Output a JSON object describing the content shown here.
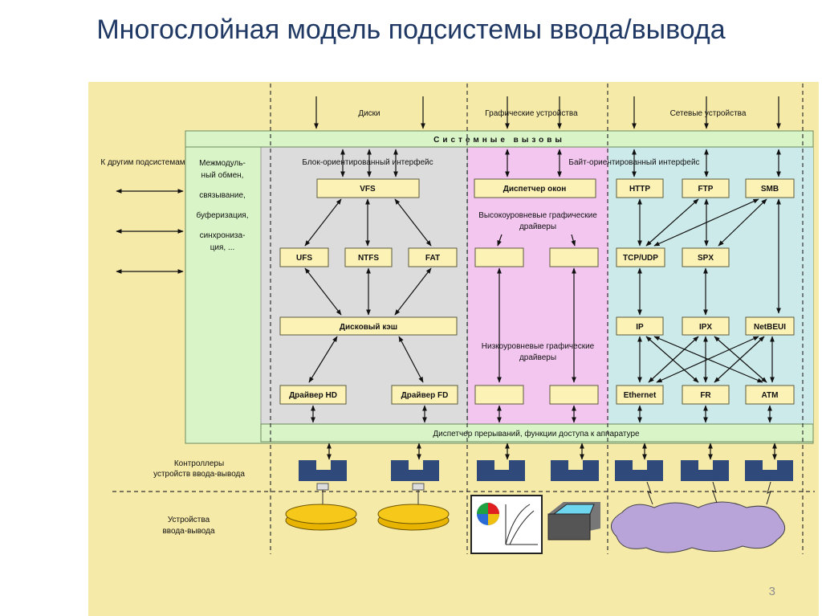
{
  "title": "Многослойная модель подсистемы ввода/вывода",
  "slide_number": "3",
  "diagram": {
    "top_labels": {
      "disks": "Диски",
      "graphics": "Графические устройства",
      "network": "Сетевые устройства"
    },
    "system_calls": "Системные вызовы",
    "other_subsystems": "К другим подсистемам",
    "inter_module": [
      "Межмодуль-",
      "ный обмен,",
      "связывание,",
      "буферизация,",
      "синхрониза-",
      "ция, ..."
    ],
    "block_interface": "Блок-ориентированный интерфейс",
    "byte_interface": "Байт-ориентированный интерфейс",
    "boxes": {
      "vfs": "VFS",
      "window_manager": "Диспетчер окон",
      "http": "HTTP",
      "ftp": "FTP",
      "smb": "SMB",
      "ufs": "UFS",
      "ntfs": "NTFS",
      "fat": "FAT",
      "tcp_udp": "TCP/UDP",
      "spx": "SPX",
      "disk_cache": "Дисковый кэш",
      "ip": "IP",
      "ipx": "IPX",
      "netbeui": "NetBEUI",
      "driver_hd": "Драйвер HD",
      "driver_fd": "Драйвер FD",
      "ethernet": "Ethernet",
      "fr": "FR",
      "atm": "ATM"
    },
    "high_level_graphics": [
      "Высокоуровневые графические",
      "драйверы"
    ],
    "low_level_graphics": [
      "Низкоуровневые графические",
      "драйверы"
    ],
    "interrupt_dispatcher": "Диспетчер прерываний, функции доступа к аппаратуре",
    "controllers": [
      "Контроллеры",
      "устройств ввода-вывода"
    ],
    "devices": [
      "Устройства",
      "ввода-вывода"
    ]
  }
}
